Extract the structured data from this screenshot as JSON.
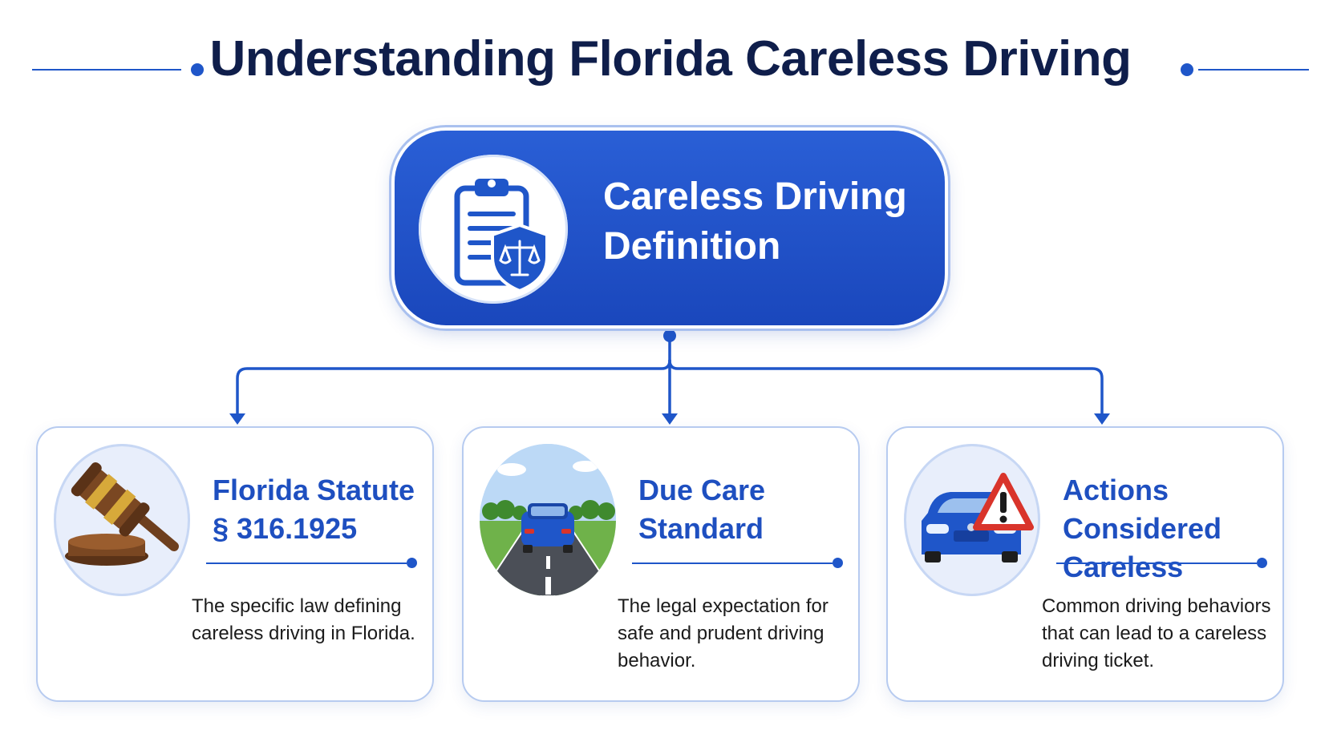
{
  "title": "Understanding Florida Careless Driving",
  "center": {
    "label": "Careless Driving Definition",
    "icon": "clipboard-shield-scales-icon"
  },
  "cards": [
    {
      "title": "Florida Statute § 316.1925",
      "description": "The specific law defining careless driving in Florida.",
      "icon": "gavel-icon"
    },
    {
      "title": "Due Care Standard",
      "description": "The legal expectation for safe and prudent driving behavior.",
      "icon": "car-on-road-icon"
    },
    {
      "title": "Actions Considered Careless",
      "description": "Common driving behaviors that can lead to a careless driving ticket.",
      "icon": "car-warning-icon"
    }
  ],
  "colors": {
    "primary": "#1f56c9",
    "title": "#0f1e4b",
    "card_title": "#1e4fc0",
    "card_border": "#b7cbf0"
  }
}
